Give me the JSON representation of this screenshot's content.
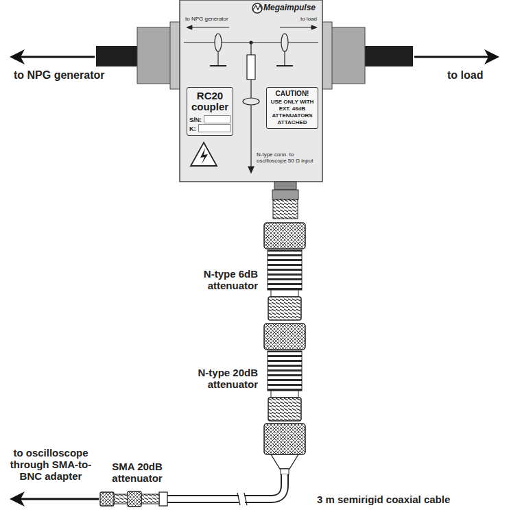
{
  "diagram": {
    "nodes": [
      {
        "text": [
          "Megaimpulse",
          "to NPG generator",
          "to load",
          "N-type conn. to oscilloscope 50 Ω input"
        ]
      },
      {
        "text": [
          "RC20 coupler",
          "S/N:",
          "K:"
        ],
        "in": 0
      },
      {
        "text": [
          "CAUTION!",
          "USE ONLY WITH EXT. 46dB ATTENUATORS ATTACHED"
        ],
        "in": 0
      }
    ],
    "labels": [
      "to NPG generator",
      "to load",
      "N-type 6dB attenuator",
      "N-type 20dB attenuator",
      "3 m semirigid coaxial cable",
      "SMA 20dB attenuator",
      "to oscilloscope through SMA-to-BNC adapter"
    ]
  }
}
